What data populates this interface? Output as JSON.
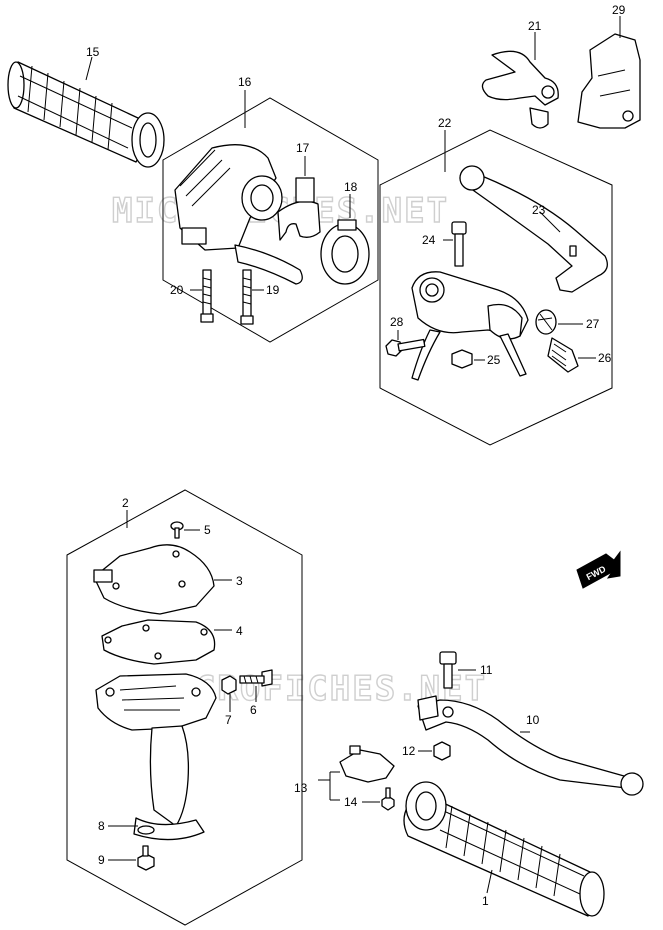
{
  "watermark": {
    "top": "MICROFICHES.NET",
    "bottom": "MICROFICHES.NET"
  },
  "direction_badge": "FWD",
  "callouts": {
    "p1": "1",
    "p2": "2",
    "p3": "3",
    "p4": "4",
    "p5": "5",
    "p6": "6",
    "p7": "7",
    "p8": "8",
    "p9": "9",
    "p10": "10",
    "p11": "11",
    "p12": "12",
    "p13": "13",
    "p14": "14",
    "p15": "15",
    "p16": "16",
    "p17": "17",
    "p18": "18",
    "p19": "19",
    "p20": "20",
    "p21": "21",
    "p22": "22",
    "p23": "23",
    "p24": "24",
    "p25": "25",
    "p26": "26",
    "p27": "27",
    "p28": "28",
    "p29": "29"
  }
}
